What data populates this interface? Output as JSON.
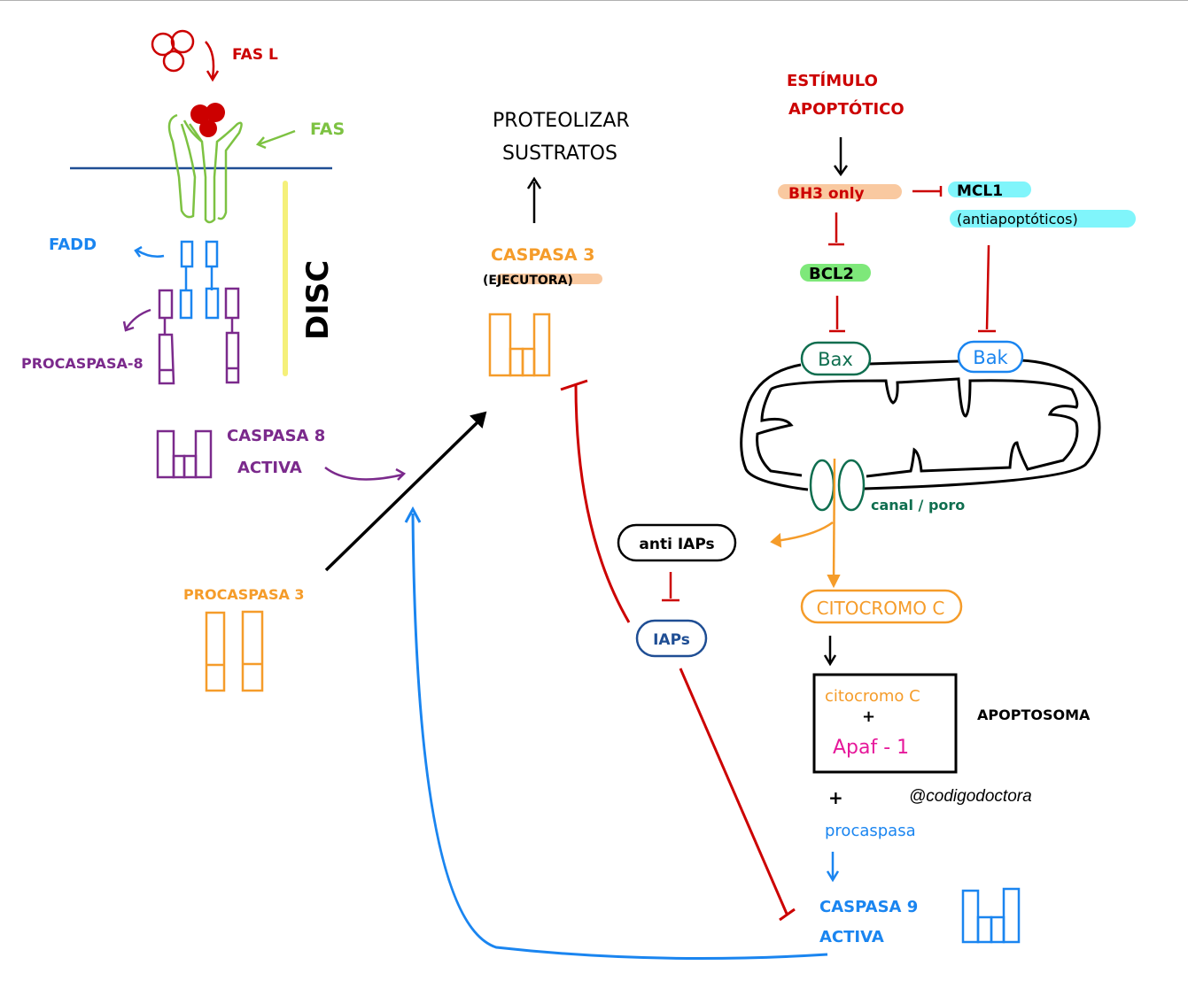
{
  "title": "Vías de apoptosis: extrínseca (Fas) e intrínseca (mitocondrial)",
  "colors": {
    "red": "#cc0000",
    "green": "#7dc242",
    "blue": "#1a85f0",
    "purple": "#7b2a8c",
    "orange": "#f59c2a",
    "yellow": "#f5f07a",
    "dark_green": "#0f6e4f",
    "navy": "#1f4e94",
    "membrane": "#1f4e94",
    "magenta": "#e6189a",
    "peach_highlight": "#f9c9a0",
    "cyan_highlight": "#80f5fb",
    "lime_highlight": "#7ee87a",
    "black": "#000000"
  },
  "extrinsic": {
    "fas_ligand_label": "FAS L",
    "fas_receptor_label": "FAS",
    "fadd_label": "FADD",
    "disc_label": "DISC",
    "procaspase8_label": "PROCASPASA-8",
    "caspase8_label_line1": "CASPASA 8",
    "caspase8_label_line2": "ACTIVA"
  },
  "executor": {
    "outcome_line1": "PROTEOLIZAR",
    "outcome_line2": "SUSTRATOS",
    "caspase3_label": "CASPASA 3",
    "caspase3_sublabel": "(EJECUTORA)",
    "procaspase3_label": "PROCASPASA 3"
  },
  "intrinsic": {
    "stimulus_line1": "ESTÍMULO",
    "stimulus_line2": "APOPTÓTICO",
    "bh3_label": "BH3 only",
    "mcl1_label": "MCL1",
    "antiapoptotic_label": "(antiapoptóticos)",
    "bcl2_label": "BCL2",
    "bax_label": "Bax",
    "bak_label": "Bak",
    "channel_label": "canal / poro",
    "anti_iaps_label": "anti IAPs",
    "iaps_label": "IAPs",
    "cytochrome_label": "CITOCROMO C",
    "apoptosome_line1": "citocromo C",
    "apoptosome_plus": "+",
    "apoptosome_line2": "Apaf - 1",
    "apoptosome_label": "APOPTOSOMA",
    "plus_label": "+",
    "procaspase_label": "procaspasa",
    "caspase9_label_line1": "CASPASA 9",
    "caspase9_label_line2": "ACTIVA"
  },
  "watermark": "@codigodoctora"
}
